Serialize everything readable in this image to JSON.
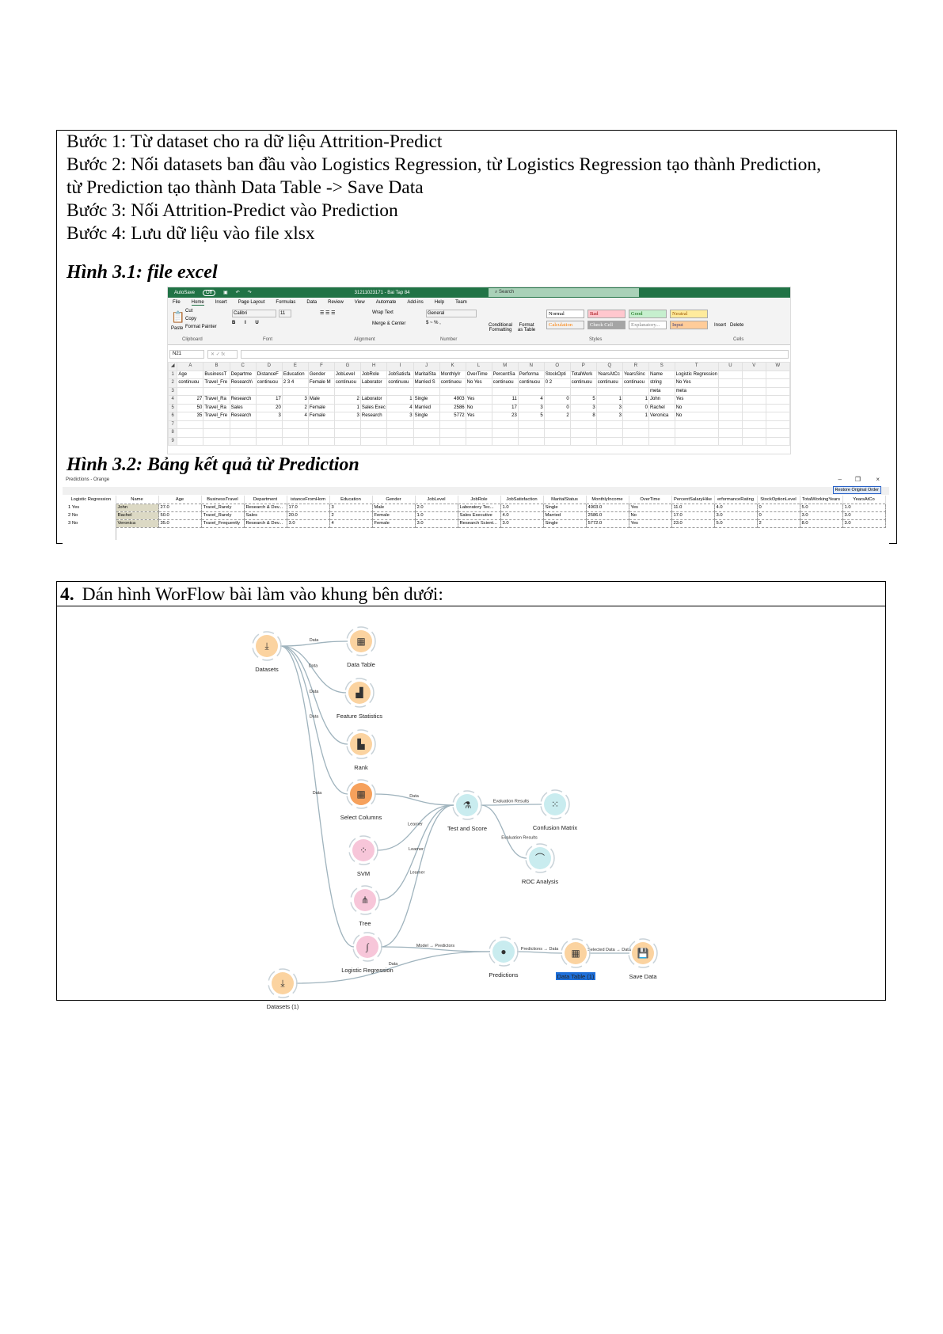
{
  "steps": [
    "Bước 1: Từ dataset cho ra dữ liệu Attrition-Predict",
    "Bước 2: Nối datasets ban đầu vào Logistics Regression, từ Logistics Regression tạo thành Prediction,",
    "từ Prediction tạo thành Data Table -> Save Data",
    "Bước 3: Nối Attrition-Predict vào Prediction",
    "Bước 4: Lưu dữ liệu vào file xlsx"
  ],
  "fig1": "Hình 3.1: file excel",
  "fig2": "Hình 3.2: Bảng kết quả từ Prediction",
  "excel": {
    "autosave": "AutoSave",
    "autosave_state": "Off",
    "filename": "31211023171 - Bai Tap 84",
    "search": "Search",
    "tabs": [
      "File",
      "Home",
      "Insert",
      "Page Layout",
      "Formulas",
      "Data",
      "Review",
      "View",
      "Automate",
      "Add-ins",
      "Help",
      "Team"
    ],
    "ribbon": {
      "paste": "Paste",
      "cut": "Cut",
      "copy": "Copy",
      "format_painter": "Format Painter",
      "font": "Calibri",
      "size": "11",
      "wrap": "Wrap Text",
      "merge": "Merge & Center",
      "number_format": "General",
      "cond": "Conditional Formatting",
      "fmt_table": "Format as Table",
      "insert": "Insert",
      "delete": "Delete"
    },
    "styles": [
      {
        "label": "Normal",
        "bg": "#ffffff",
        "fg": "#000000"
      },
      {
        "label": "Bad",
        "bg": "#ffc7ce",
        "fg": "#9c0006"
      },
      {
        "label": "Good",
        "bg": "#c6efce",
        "fg": "#006100"
      },
      {
        "label": "Neutral",
        "bg": "#ffeb9c",
        "fg": "#9c5700"
      },
      {
        "label": "Calculation",
        "bg": "#f2f2f2",
        "fg": "#fa7d00"
      },
      {
        "label": "Check Cell",
        "bg": "#a5a5a5",
        "fg": "#ffffff"
      },
      {
        "label": "Explanatory...",
        "bg": "#ffffff",
        "fg": "#7f7f7f"
      },
      {
        "label": "Input",
        "bg": "#ffcc99",
        "fg": "#3f3f76"
      }
    ],
    "groups": [
      "Clipboard",
      "Font",
      "Alignment",
      "Number",
      "Styles",
      "Cells"
    ],
    "namebox": "N21",
    "columns": [
      "A",
      "B",
      "C",
      "D",
      "E",
      "F",
      "G",
      "H",
      "I",
      "J",
      "K",
      "L",
      "M",
      "N",
      "O",
      "P",
      "Q",
      "R",
      "S",
      "T",
      "U",
      "V",
      "W"
    ],
    "rows": [
      [
        "Age",
        "BusinessT",
        "Departme",
        "DistanceF",
        "Education",
        "Gender",
        "JobLevel",
        "JobRole",
        "JobSatisfa",
        "MaritalSta",
        "MonthlyIr",
        "OverTime",
        "PercentSa",
        "Performa",
        "StockOpti",
        "TotalWork",
        "YearsAtCc",
        "YearsSinc",
        "Name",
        "Logistic Regression",
        "",
        "",
        ""
      ],
      [
        "continuou",
        "Travel_Fre",
        "Research\\",
        "continuou",
        "2 3 4",
        "Female M",
        "continuou",
        "Laborator",
        "continuou",
        "Married S",
        "continuou",
        "No Yes",
        "continuou",
        "continuou",
        "0 2",
        "continuou",
        "continuou",
        "continuou",
        "string",
        "No Yes",
        "",
        "",
        ""
      ],
      [
        "",
        "",
        "",
        "",
        "",
        "",
        "",
        "",
        "",
        "",
        "",
        "",
        "",
        "",
        "",
        "",
        "",
        "",
        "meta",
        "meta",
        "",
        "",
        ""
      ],
      [
        "27",
        "Travel_Ra",
        "Research",
        "17",
        "3",
        "Male",
        "2",
        "Laborator",
        "1",
        "Single",
        "4903",
        "Yes",
        "11",
        "4",
        "0",
        "5",
        "1",
        "1",
        "John",
        "Yes",
        "",
        "",
        ""
      ],
      [
        "50",
        "Travel_Ra",
        "Sales",
        "20",
        "2",
        "Female",
        "1",
        "Sales Exec",
        "4",
        "Married",
        "2586",
        "No",
        "17",
        "3",
        "0",
        "3",
        "3",
        "0",
        "Rachel",
        "No",
        "",
        "",
        ""
      ],
      [
        "35",
        "Travel_Fre",
        "Research",
        "3",
        "4",
        "Female",
        "3",
        "Research",
        "3",
        "Single",
        "5772",
        "Yes",
        "23",
        "5",
        "2",
        "8",
        "3",
        "1",
        "Veronica",
        "No",
        "",
        "",
        ""
      ],
      [
        "",
        "",
        "",
        "",
        "",
        "",
        "",
        "",
        "",
        "",
        "",
        "",
        "",
        "",
        "",
        "",
        "",
        "",
        "",
        "",
        "",
        "",
        ""
      ],
      [
        "",
        "",
        "",
        "",
        "",
        "",
        "",
        "",
        "",
        "",
        "",
        "",
        "",
        "",
        "",
        "",
        "",
        "",
        "",
        "",
        "",
        "",
        ""
      ],
      [
        "",
        "",
        "",
        "",
        "",
        "",
        "",
        "",
        "",
        "",
        "",
        "",
        "",
        "",
        "",
        "",
        "",
        "",
        "",
        "",
        "",
        "",
        ""
      ]
    ]
  },
  "predictions": {
    "title": "Predictions - Orange",
    "restore": "Restore Original Order",
    "minimize": "–",
    "maximize": "❐",
    "close": "×",
    "columns": [
      "Logistic Regression",
      "Name",
      "Age",
      "BusinessTravel",
      "Department",
      "istanceFromHom",
      "Education",
      "Gender",
      "JobLevel",
      "JobRole",
      "JobSatisfaction",
      "MaritalStatus",
      "MonthlyIncome",
      "OverTime",
      "PercentSalaryHike",
      "erformanceRating",
      "StockOptionLevel",
      "TotalWorkingYears",
      "YearsAtCo"
    ],
    "rows": [
      [
        "1",
        "Yes",
        "John",
        "27.0",
        "Travel_Rarely",
        "Research & Dev...",
        "17.0",
        "3",
        "Male",
        "2.0",
        "Laboratory Tec...",
        "1.0",
        "Single",
        "4903.0",
        "Yes",
        "11.0",
        "4.0",
        "0",
        "5.0",
        "1.0"
      ],
      [
        "2",
        "No",
        "Rachel",
        "50.0",
        "Travel_Rarely",
        "Sales",
        "20.0",
        "2",
        "Female",
        "1.0",
        "Sales Executive",
        "4.0",
        "Married",
        "2586.0",
        "No",
        "17.0",
        "3.0",
        "0",
        "3.0",
        "3.0"
      ],
      [
        "3",
        "No",
        "Veronica",
        "35.0",
        "Travel_Frequently",
        "Research & Dev...",
        "3.0",
        "4",
        "Female",
        "3.0",
        "Research Scient...",
        "3.0",
        "Single",
        "5772.0",
        "Yes",
        "23.0",
        "5.0",
        "2",
        "8.0",
        "3.0"
      ]
    ]
  },
  "section4": {
    "number": "4.",
    "title": "Dán hình WorFlow bài làm vào khung bên dưới:"
  },
  "workflow": {
    "colors": {
      "data": "#fbd3a0",
      "model": "#f7c6d9",
      "eval": "#c9ecef",
      "selected": "#f6a15c",
      "link": "#9fb3bd"
    },
    "nodes": [
      {
        "id": "datasets",
        "label": "Datasets",
        "type": "data",
        "icon": "file-download"
      },
      {
        "id": "datatable",
        "label": "Data Table",
        "type": "data",
        "icon": "table"
      },
      {
        "id": "featstats",
        "label": "Feature Statistics",
        "type": "data",
        "icon": "bar-chart"
      },
      {
        "id": "rank",
        "label": "Rank",
        "type": "data",
        "icon": "rank"
      },
      {
        "id": "selcols",
        "label": "Select Columns",
        "type": "selected",
        "icon": "select-columns"
      },
      {
        "id": "testscore",
        "label": "Test and Score",
        "type": "eval",
        "icon": "flask"
      },
      {
        "id": "confusion",
        "label": "Confusion Matrix",
        "type": "eval",
        "icon": "grid"
      },
      {
        "id": "roc",
        "label": "ROC Analysis",
        "type": "eval",
        "icon": "curve"
      },
      {
        "id": "svm",
        "label": "SVM",
        "type": "model",
        "icon": "scatter"
      },
      {
        "id": "tree",
        "label": "Tree",
        "type": "model",
        "icon": "tree"
      },
      {
        "id": "logreg",
        "label": "Logistic Regression",
        "type": "model",
        "icon": "sigmoid"
      },
      {
        "id": "predictions",
        "label": "Predictions",
        "type": "eval",
        "icon": "crystal-ball"
      },
      {
        "id": "datatable1",
        "label": "Data Table (1)",
        "type": "data",
        "icon": "table",
        "selected": true
      },
      {
        "id": "savedata",
        "label": "Save Data",
        "type": "data",
        "icon": "floppy"
      },
      {
        "id": "datasets1",
        "label": "Datasets (1)",
        "type": "data",
        "icon": "file-download"
      }
    ],
    "links": [
      {
        "from": "datasets",
        "to": "datatable",
        "label": "Data"
      },
      {
        "from": "datasets",
        "to": "featstats",
        "label": "Data"
      },
      {
        "from": "datasets",
        "to": "rank",
        "label": "Data"
      },
      {
        "from": "datasets",
        "to": "selcols",
        "label": "Data"
      },
      {
        "from": "datasets",
        "to": "logreg",
        "label": "Data"
      },
      {
        "from": "selcols",
        "to": "testscore",
        "label": "Data"
      },
      {
        "from": "svm",
        "to": "testscore",
        "label": "Learner"
      },
      {
        "from": "tree",
        "to": "testscore",
        "label": "Learner"
      },
      {
        "from": "logreg",
        "to": "testscore",
        "label": "Learner"
      },
      {
        "from": "testscore",
        "to": "confusion",
        "label": "Evaluation Results"
      },
      {
        "from": "testscore",
        "to": "roc",
        "label": "Evaluation Results"
      },
      {
        "from": "logreg",
        "to": "predictions",
        "label": "Model → Predictors"
      },
      {
        "from": "datasets1",
        "to": "predictions",
        "label": "Data"
      },
      {
        "from": "predictions",
        "to": "datatable1",
        "label": "Predictions → Data"
      },
      {
        "from": "datatable1",
        "to": "savedata",
        "label": "Selected Data → Data"
      }
    ]
  }
}
